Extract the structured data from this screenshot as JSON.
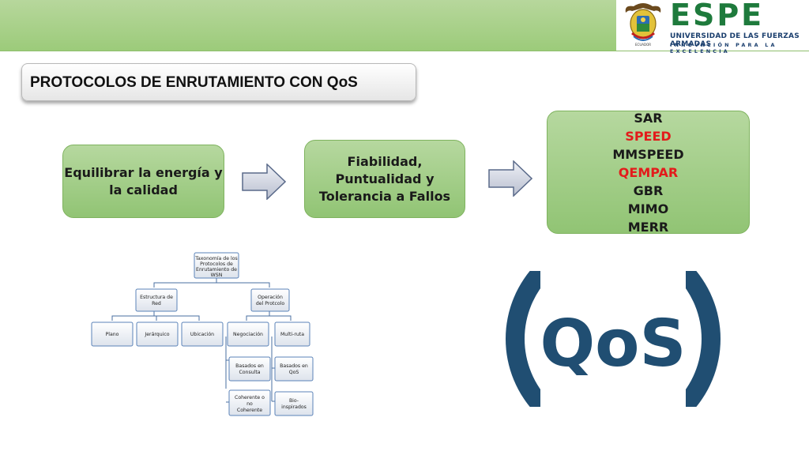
{
  "header": {
    "logo": {
      "wordmark": "ESPE",
      "university": "UNIVERSIDAD DE LAS FUERZAS ARMADAS",
      "motto": "INNOVACIÓN PARA LA EXCELENCIA",
      "crest_icon": "coat-of-arms-icon",
      "crest_caption": "ECUADOR"
    },
    "colors": {
      "bar": "#a6d18a",
      "brand_green": "#1e7a3c",
      "brand_blue": "#1b3f6e"
    }
  },
  "slide": {
    "title": "PROTOCOLOS DE ENRUTAMIENTO CON QoS",
    "flow": {
      "box1": {
        "line1": "Equilibrar la energía y",
        "line2": "la calidad"
      },
      "box2": {
        "line1": "Fiabilidad,",
        "line2": "Puntualidad y",
        "line3": "Tolerancia a Fallos"
      },
      "protocols": [
        {
          "name": "SAR",
          "color": "#1a1a1a"
        },
        {
          "name": "SPEED",
          "color": "#e31b1b"
        },
        {
          "name": "MMSPEED",
          "color": "#1a1a1a"
        },
        {
          "name": "QEMPAR",
          "color": "#e31b1b"
        },
        {
          "name": "GBR",
          "color": "#1a1a1a"
        },
        {
          "name": "MIMO",
          "color": "#1a1a1a"
        },
        {
          "name": "MERR",
          "color": "#1a1a1a"
        }
      ],
      "arrow_icon": "right-arrow-icon"
    },
    "taxonomy": {
      "root": [
        "Taxonomía de los",
        "Protocolos de",
        "Enrutamiento de",
        "WSN"
      ],
      "branch_left": [
        "Estructura de",
        "Red"
      ],
      "branch_right": [
        "Operación",
        "del Protcolo"
      ],
      "leaf_plano": "Plano",
      "leaf_jerarquico": "Jerárquico",
      "leaf_ubicacion": "Ubicación",
      "leaf_negociacion": "Negociación",
      "leaf_multiruta": "Multi-ruta",
      "leaf_consulta": [
        "Basados en",
        "Consulta"
      ],
      "leaf_qos": [
        "Basados en",
        "QoS"
      ],
      "leaf_coherente": [
        "Coherente o",
        "no",
        "Coherente"
      ],
      "leaf_bio": [
        "Bio-",
        "inspirados"
      ]
    },
    "qos_logo": {
      "text": "QoS",
      "color": "#204e72",
      "icon": "qos-logo-icon"
    }
  }
}
